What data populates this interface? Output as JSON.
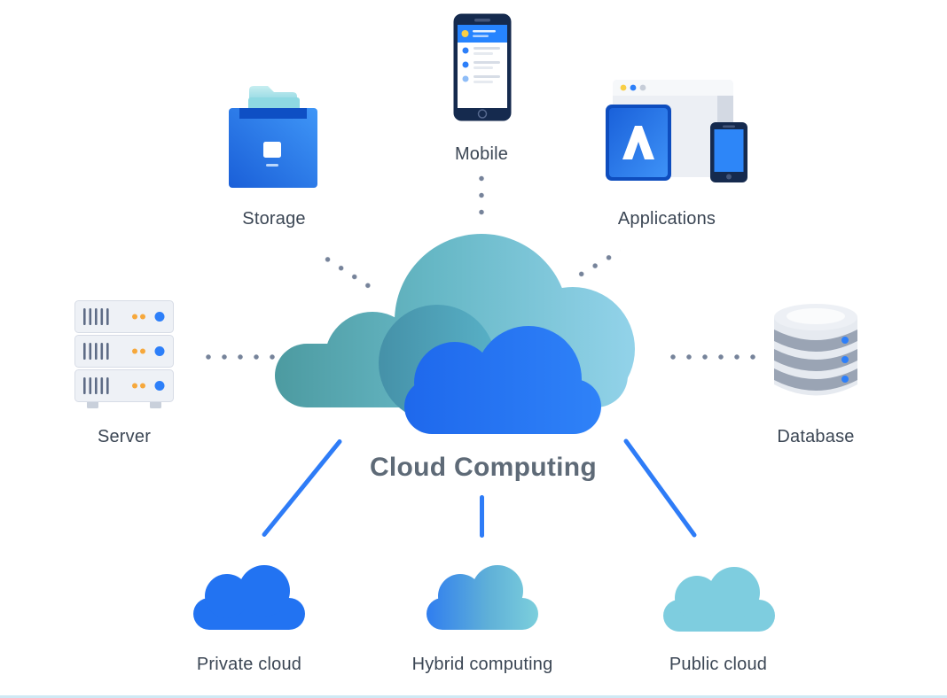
{
  "title": "Cloud Computing",
  "nodes": {
    "storage": {
      "label": "Storage",
      "icon": "storage-box-icon"
    },
    "mobile": {
      "label": "Mobile",
      "icon": "mobile-phone-icon"
    },
    "applications": {
      "label": "Applications",
      "icon": "applications-devices-icon"
    },
    "server": {
      "label": "Server",
      "icon": "server-rack-icon"
    },
    "database": {
      "label": "Database",
      "icon": "database-cylinder-icon"
    },
    "private_cloud": {
      "label": "Private cloud",
      "icon": "private-cloud-icon"
    },
    "hybrid_computing": {
      "label": "Hybrid computing",
      "icon": "hybrid-cloud-icon"
    },
    "public_cloud": {
      "label": "Public cloud",
      "icon": "public-cloud-icon"
    }
  },
  "connectors": {
    "dotted": [
      "server-to-cloud",
      "storage-to-cloud",
      "mobile-to-cloud",
      "applications-to-cloud",
      "cloud-to-database"
    ],
    "solid": [
      "cloud-to-private",
      "cloud-to-hybrid",
      "cloud-to-public"
    ]
  },
  "colors": {
    "primary_blue": "#2684FF",
    "deep_blue": "#1A5FD8",
    "teal": "#55ACC0",
    "light_teal": "#7ECDDF",
    "sky_blue": "#93D3EA",
    "connector_blue": "#2E7CF7",
    "dot_gray": "#76839A",
    "label_text": "#3B4654",
    "title_text": "#5E6A77",
    "navy": "#152A4E",
    "yellow": "#F8CE46",
    "orange": "#F6A83C",
    "panel_gray": "#ECEFF4"
  }
}
